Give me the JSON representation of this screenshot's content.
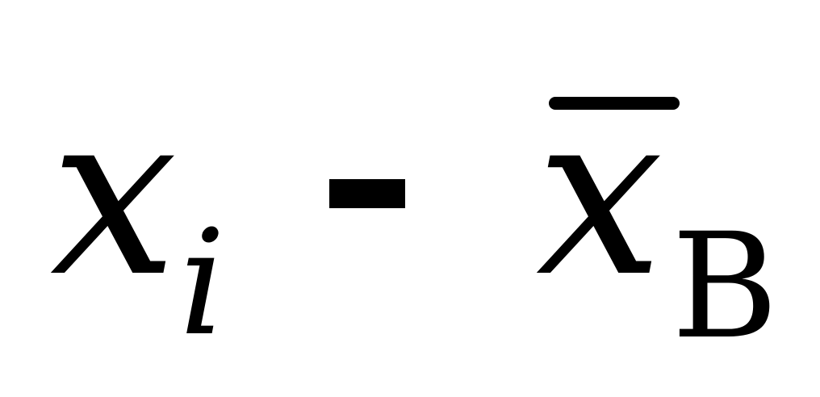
{
  "formula": {
    "main_var_1": "x",
    "subscript_1": "i",
    "operator": "-",
    "main_var_2": "x",
    "subscript_2": "B"
  }
}
